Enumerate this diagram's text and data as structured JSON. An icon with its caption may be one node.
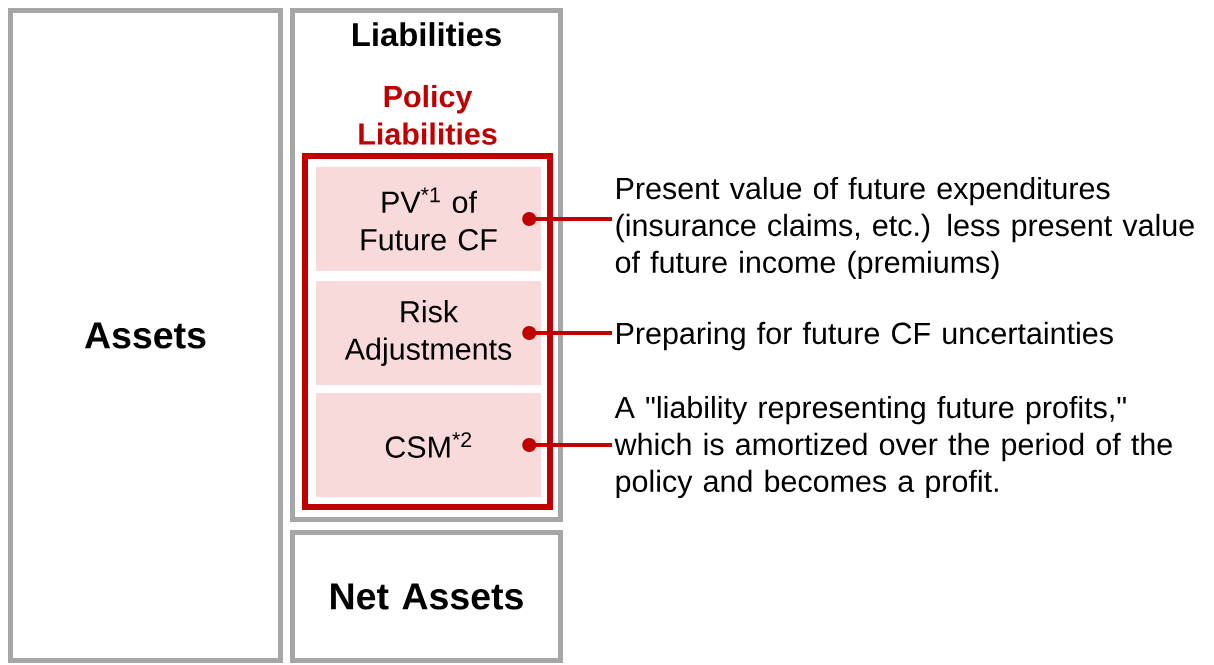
{
  "diagram": {
    "nodes": [
      {
        "text": [
          "Assets"
        ]
      },
      {
        "text": [
          "Liabilities"
        ]
      },
      {
        "text": [
          "Policy Liabilities"
        ],
        "in": 1
      },
      {
        "text": [
          "PV$^{*1}$ of Future CF"
        ],
        "in": 2
      },
      {
        "text": [
          "Risk Adjustments"
        ],
        "in": 2
      },
      {
        "text": [
          "CSM$^{*2}$"
        ],
        "in": 2
      },
      {
        "text": [
          "Net Assets"
        ]
      },
      {
        "text": [
          "Present value of future expenditures (insurance claims, etc.) less present value of future income (premiums)"
        ]
      },
      {
        "text": [
          "Preparing for future CF uncertainties"
        ]
      },
      {
        "text": [
          "A \"liability representing future profits,\" which is amortized over the period of the policy and becomes a profit."
        ]
      }
    ],
    "edges": [
      {
        "from": 3,
        "to": 7,
        "arrow": "other"
      },
      {
        "from": 4,
        "to": 8,
        "arrow": "other"
      },
      {
        "from": 5,
        "to": 9,
        "arrow": "other"
      }
    ]
  }
}
